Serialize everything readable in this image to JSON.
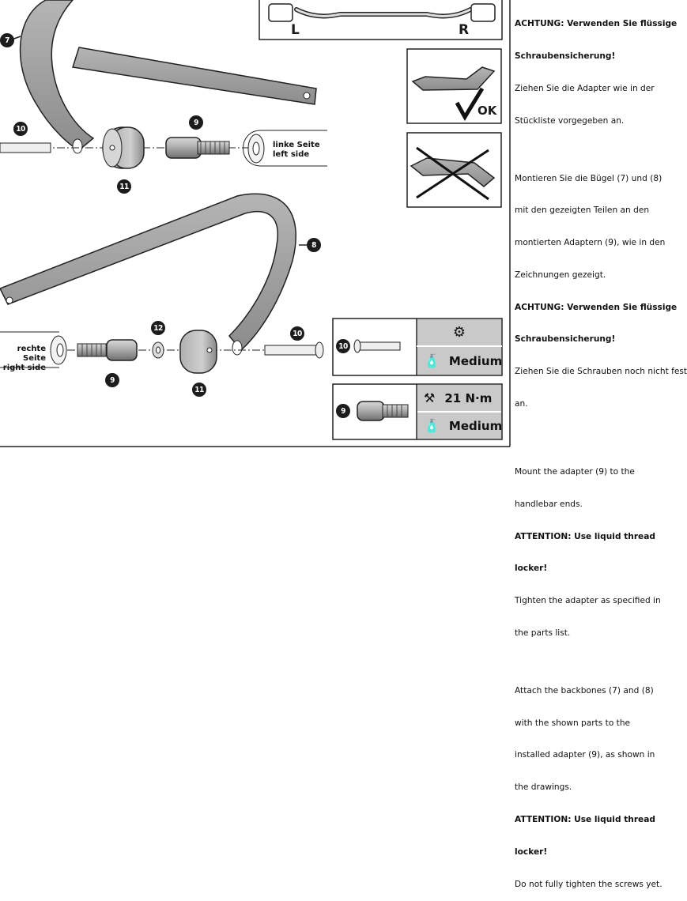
{
  "callouts": {
    "c7": "7",
    "c8": "8",
    "c9_top": "9",
    "c9_bottom": "9",
    "c10_top": "10",
    "c10_bottom": "10",
    "c11_top": "11",
    "c11_bottom": "11",
    "c12": "12",
    "c10_box": "10",
    "c9_box": "9"
  },
  "labels": {
    "left_de": "linke Seite",
    "left_en": "left side",
    "right_de": "rechte Seite",
    "right_en": "right side",
    "L": "L",
    "R": "R",
    "ok": "OK"
  },
  "specs": {
    "screw10_grease": "",
    "screw10_thread_lock": "Medium",
    "screw9_torque": "21 N·m",
    "screw9_thread_lock": "Medium",
    "loctite_mark": "LT"
  },
  "text": {
    "de_warn1": "ACHTUNG: Verwenden Sie flüssige",
    "de_warn1b": "Schraubensicherung!",
    "de_p1a": "Ziehen Sie die Adapter wie in der",
    "de_p1b": "Stückliste vorgegeben an.",
    "de_p2a": "Montieren Sie die Bügel (7) und (8)",
    "de_p2b": "mit den gezeigten Teilen an den",
    "de_p2c": "montierten Adaptern (9), wie in den",
    "de_p2d": "Zeichnungen gezeigt.",
    "de_warn2": "ACHTUNG: Verwenden Sie flüssige",
    "de_warn2b": "Schraubensicherung!",
    "de_p3a": "Ziehen Sie die Schrauben noch nicht fest",
    "de_p3b": "an.",
    "en_p1a": "Mount the adapter (9) to the",
    "en_p1b": "handlebar ends.",
    "en_warn1": "ATTENTION: Use liquid thread",
    "en_warn1b": "locker!",
    "en_p2a": "Tighten the adapter as specified in",
    "en_p2b": "the parts list.",
    "en_p3a": "Attach the backbones (7) and (8)",
    "en_p3b": "with the shown parts to the",
    "en_p3c": "installed adapter (9), as shown in",
    "en_p3d": "the drawings.",
    "en_warn2": "ATTENTION: Use liquid thread",
    "en_warn2b": "locker!",
    "en_p4": "Do not fully tighten the screws yet."
  }
}
